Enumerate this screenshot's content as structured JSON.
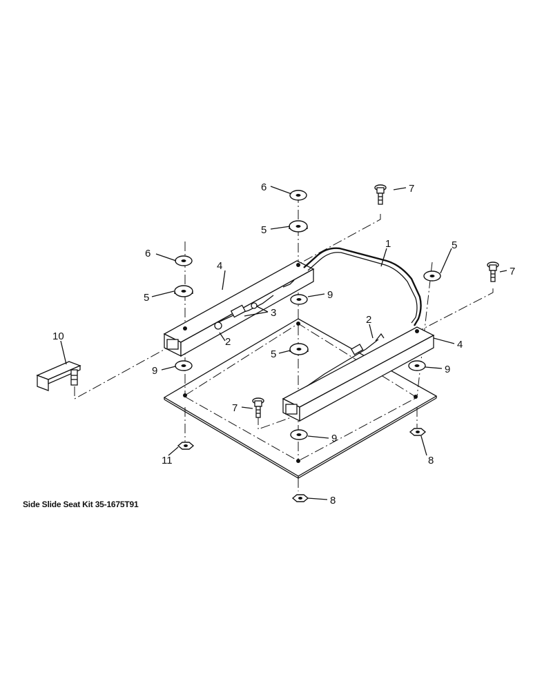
{
  "caption": "Side Slide Seat Kit 35-1675T91",
  "callouts": {
    "c1": "1",
    "c2a": "2",
    "c2b": "2",
    "c3": "3",
    "c4a": "4",
    "c4b": "4",
    "c5a": "5",
    "c5b": "5",
    "c5c": "5",
    "c5d": "5",
    "c6a": "6",
    "c6b": "6",
    "c7a": "7",
    "c7b": "7",
    "c7c": "7",
    "c8a": "8",
    "c8b": "8",
    "c9a": "9",
    "c9b": "9",
    "c9c": "9",
    "c9d": "9",
    "c10": "10",
    "c11": "11"
  }
}
